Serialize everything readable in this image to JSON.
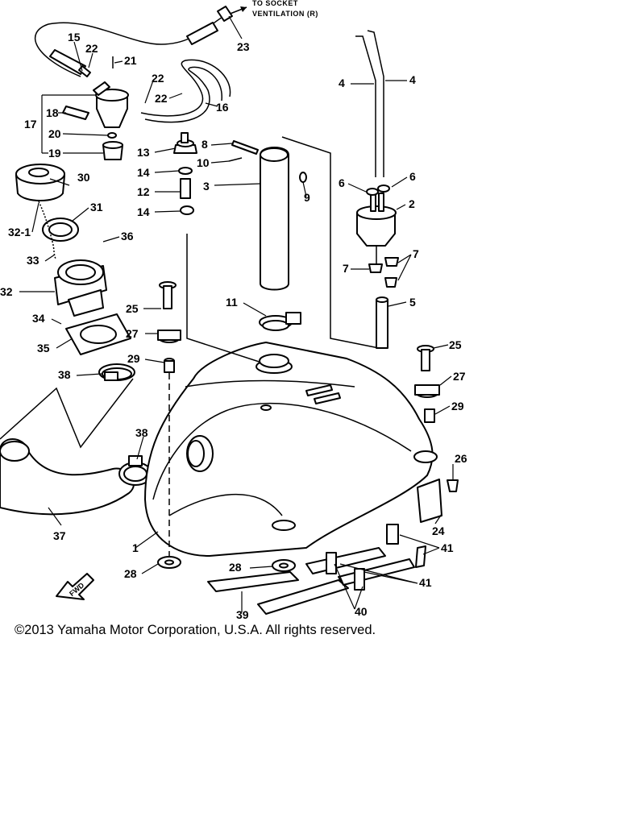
{
  "header": {
    "line1": "TO SOCKET",
    "line2": "VENTILATION (R)"
  },
  "fwd_label": "FWD",
  "copyright": "©2013 Yamaha Motor Corporation, U.S.A. All rights reserved.",
  "callouts": {
    "c1": "1",
    "c2": "2",
    "c3": "3",
    "c4a": "4",
    "c4b": "4",
    "c5": "5",
    "c6a": "6",
    "c6b": "6",
    "c7a": "7",
    "c7b": "7",
    "c8": "8",
    "c9": "9",
    "c10": "10",
    "c11": "11",
    "c12": "12",
    "c13": "13",
    "c14a": "14",
    "c14b": "14",
    "c15": "15",
    "c16": "16",
    "c17": "17",
    "c18": "18",
    "c19": "19",
    "c20": "20",
    "c21": "21",
    "c22a": "22",
    "c22b": "22",
    "c22c": "22",
    "c23": "23",
    "c24": "24",
    "c25a": "25",
    "c25b": "25",
    "c26": "26",
    "c27a": "27",
    "c27b": "27",
    "c28a": "28",
    "c28b": "28",
    "c29a": "29",
    "c29b": "29",
    "c30": "30",
    "c31": "31",
    "c32": "32",
    "c321": "32-1",
    "c33": "33",
    "c34": "34",
    "c35": "35",
    "c36": "36",
    "c37": "37",
    "c38a": "38",
    "c38b": "38",
    "c39": "39",
    "c40": "40",
    "c41a": "41",
    "c41b": "41"
  }
}
